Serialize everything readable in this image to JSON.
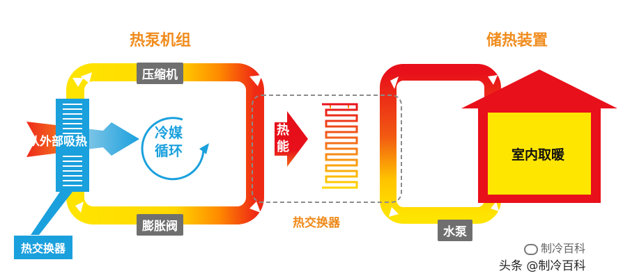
{
  "titles": {
    "heat_pump_unit": "热泵机组",
    "heat_storage": "储热装置"
  },
  "components": {
    "compressor": "压缩机",
    "expansion_valve": "膨胀阀",
    "water_pump": "水泵",
    "heat_exchanger_left": "热交换器",
    "heat_exchanger_center": "热交换器"
  },
  "labels": {
    "absorb_heat": "从外部吸热",
    "refrigerant_cycle_line1": "冷媒",
    "refrigerant_cycle_line2": "循环",
    "heat_energy_1": "热",
    "heat_energy_2": "能",
    "indoor_heating": "室内取暖"
  },
  "watermark": {
    "faint": "制冷百科",
    "main": "头条 @制冷百科"
  },
  "colors": {
    "title_orange": "#f08c1e",
    "blue": "#1aa0dd",
    "gray": "#6f6f6f",
    "red": "#e8101a",
    "yellow": "#ffe000"
  }
}
